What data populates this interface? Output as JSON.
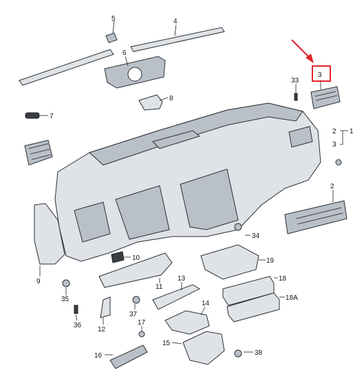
{
  "diagram": {
    "highlight_color": "#e0242b",
    "callouts": [
      {
        "id": "c5",
        "text": "5"
      },
      {
        "id": "c4",
        "text": "4"
      },
      {
        "id": "c6",
        "text": "6"
      },
      {
        "id": "c8",
        "text": "8"
      },
      {
        "id": "c7",
        "text": "7"
      },
      {
        "id": "c33",
        "text": "33"
      },
      {
        "id": "c3hl",
        "text": "3"
      },
      {
        "id": "c2a",
        "text": "2"
      },
      {
        "id": "c1",
        "text": "1"
      },
      {
        "id": "c3b",
        "text": "3"
      },
      {
        "id": "c2b",
        "text": "2"
      },
      {
        "id": "c9",
        "text": "9"
      },
      {
        "id": "c34",
        "text": "34"
      },
      {
        "id": "c10",
        "text": "10"
      },
      {
        "id": "c11",
        "text": "11"
      },
      {
        "id": "c19",
        "text": "19"
      },
      {
        "id": "c35",
        "text": "35"
      },
      {
        "id": "c13",
        "text": "13"
      },
      {
        "id": "c18",
        "text": "18"
      },
      {
        "id": "c18a",
        "text": "18A"
      },
      {
        "id": "c14",
        "text": "14"
      },
      {
        "id": "c36",
        "text": "36"
      },
      {
        "id": "c37",
        "text": "37"
      },
      {
        "id": "c12",
        "text": "12"
      },
      {
        "id": "c17",
        "text": "17"
      },
      {
        "id": "c15",
        "text": "15"
      },
      {
        "id": "c38",
        "text": "38"
      },
      {
        "id": "c16",
        "text": "16"
      }
    ]
  }
}
